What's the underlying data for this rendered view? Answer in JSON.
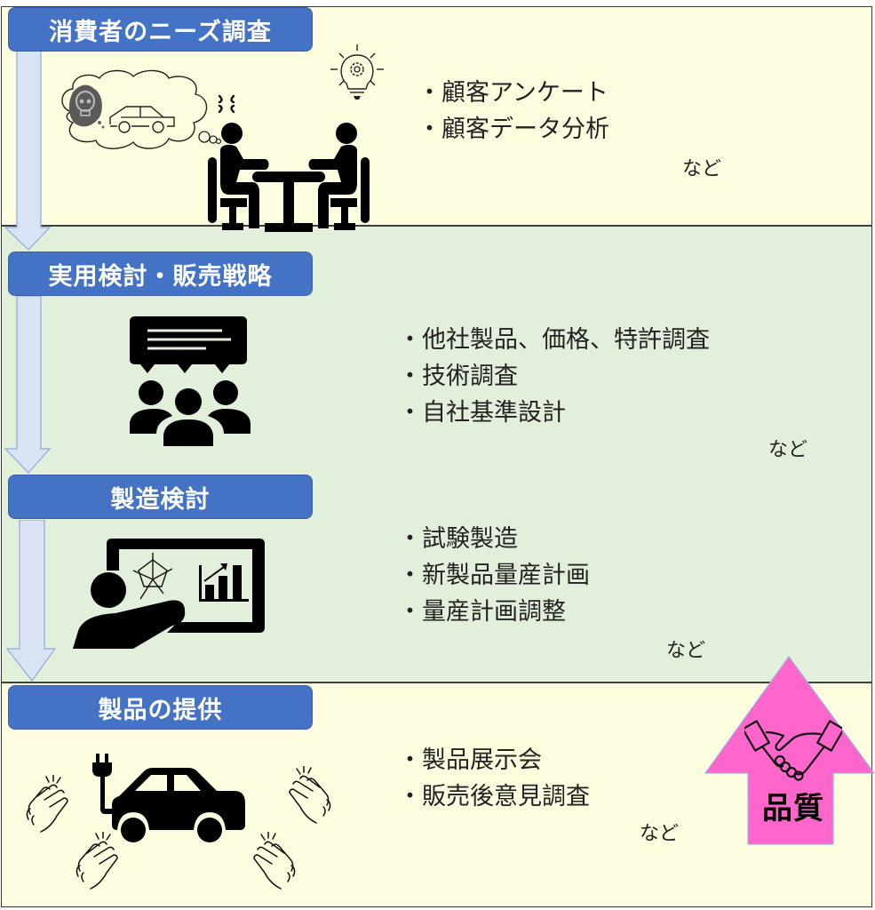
{
  "colors": {
    "band_yellow": "#FFFDE0",
    "band_green": "#E2EFDA",
    "tag_blue": "#4472C4",
    "flow_arrow_fill": "#DAE3F3",
    "flow_arrow_stroke": "#8FAADC",
    "quality_arrow": "#FF66CC"
  },
  "stages": [
    {
      "title": "消費者のニーズ調査",
      "items": [
        "顧客アンケート",
        "顧客データ分析"
      ],
      "etc": "など",
      "icons": [
        "thought-bubble-skull-car-icon",
        "lightbulb-gear-icon",
        "anger-mark-icon",
        "two-people-meeting-icon"
      ]
    },
    {
      "title": "実用検討・販売戦略",
      "items": [
        "他社製品、価格、特許調査",
        "技術調査",
        "自社基準設計"
      ],
      "etc": "など",
      "icons": [
        "group-discussion-icon"
      ]
    },
    {
      "title": "製造検討",
      "items": [
        "試験製造",
        "新製品量産計画",
        "量産計画調整"
      ],
      "etc": "など",
      "icons": [
        "presentation-board-icon"
      ]
    },
    {
      "title": "製品の提供",
      "items": [
        "製品展示会",
        "販売後意見調査"
      ],
      "etc": "など",
      "icons": [
        "electric-car-icon",
        "clapping-hands-icon"
      ]
    }
  ],
  "quality_arrow": {
    "label": "品質",
    "icon": "handshake-icon"
  }
}
